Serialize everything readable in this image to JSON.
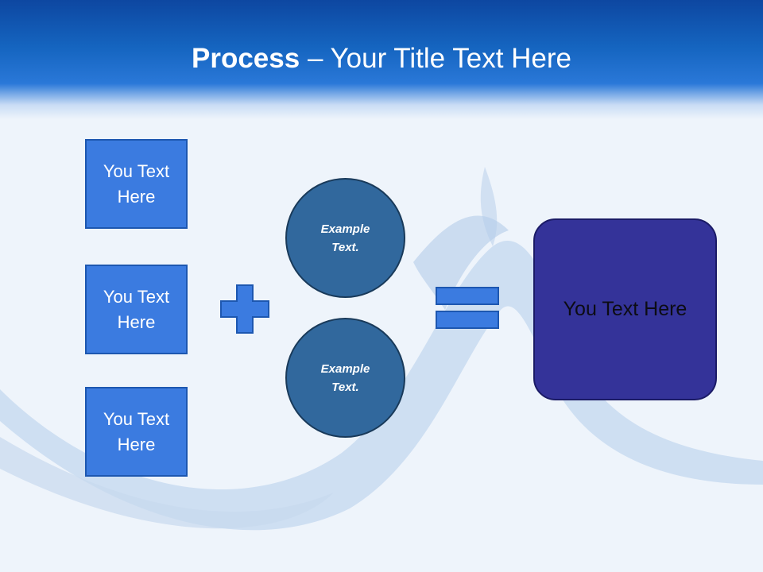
{
  "slide": {
    "title_bold": "Process",
    "title_rest": " – Your Title Text Here"
  },
  "inputs": [
    {
      "label": "You Text Here"
    },
    {
      "label": "You Text Here"
    },
    {
      "label": "You Text Here"
    }
  ],
  "examples": [
    {
      "label": "Example Text."
    },
    {
      "label": "Example Text."
    }
  ],
  "operators": {
    "plus": "plus-icon",
    "equals": "equals-icon"
  },
  "result": {
    "label": "You Text Here"
  },
  "colors": {
    "box_fill": "#3b7be0",
    "circle_fill": "#31689d",
    "result_fill": "#343399",
    "header": "#1565c0"
  }
}
